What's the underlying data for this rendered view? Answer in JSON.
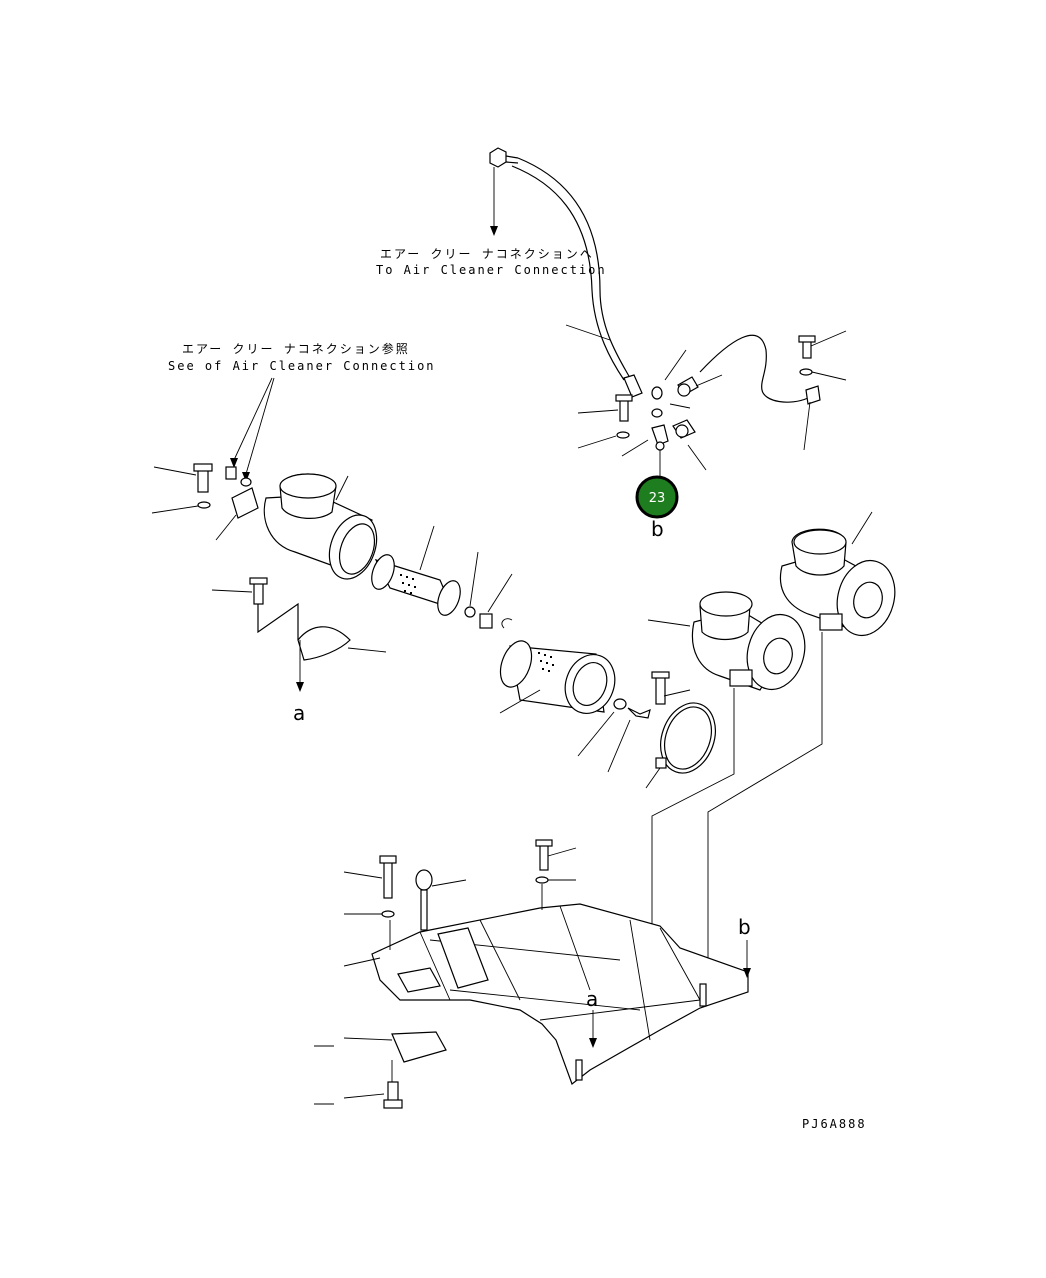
{
  "callouts": {
    "to_connection_jp": "エアー クリー ナコネクションへ",
    "to_connection_en": "To Air Cleaner Connection",
    "see_connection_jp": "エアー クリー ナコネクション参照",
    "see_connection_en": "See of Air Cleaner Connection"
  },
  "markers": {
    "a_upper": "a",
    "b_upper": "b",
    "a_lower": "a",
    "b_lower": "b"
  },
  "badge": {
    "number": "23",
    "color": "#1e7d1e"
  },
  "drawing_code": "PJ6A888"
}
